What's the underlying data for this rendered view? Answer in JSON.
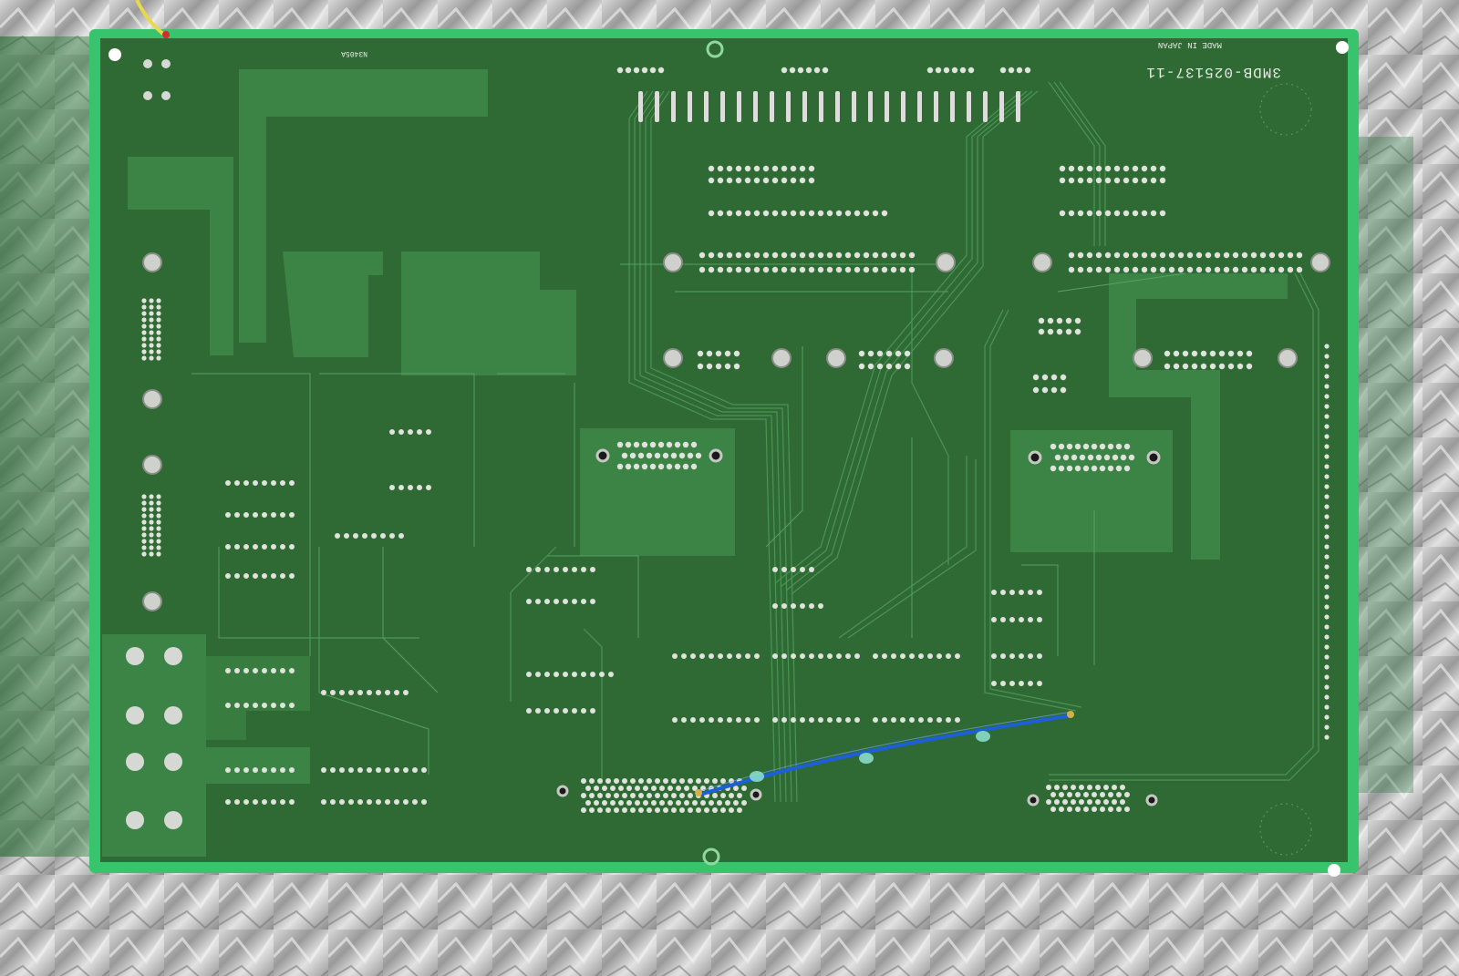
{
  "photo": {
    "subject": "Printed circuit board on anti-static bag with blue jumper wire",
    "colors": {
      "board": "#2f6a34",
      "board_edge": "#33c06a",
      "trace": "#3f8646",
      "solder": "#d9dcd6",
      "background_silver": "#c8c8c8",
      "jumper_wire": "#1c5fd6"
    }
  },
  "board_labels": {
    "part_number": "3MDB-025137-11",
    "origin": "MADE IN JAPAN",
    "small_code": "N3405A"
  }
}
